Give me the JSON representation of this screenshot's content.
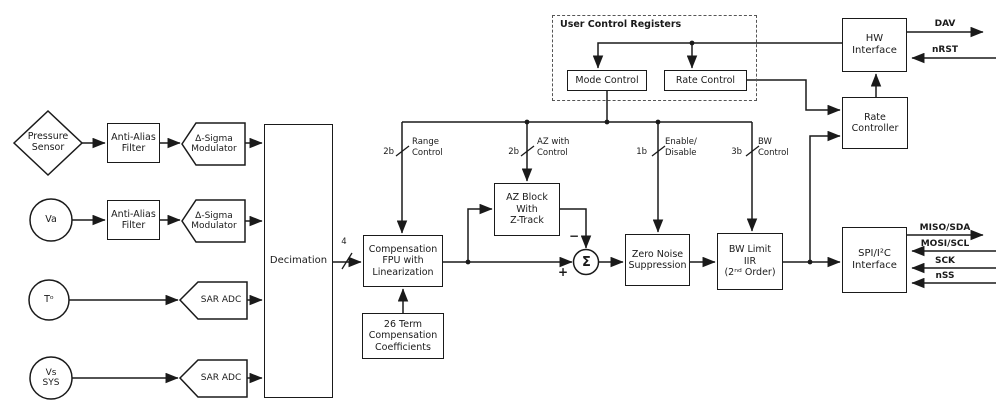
{
  "colors": {
    "line": "#1a1a1a",
    "background": "#ffffff"
  },
  "inputs": {
    "pressure": {
      "label": "Pressure\nSensor"
    },
    "va": {
      "label": "Va"
    },
    "temp": {
      "label": "Tᵒ"
    },
    "vs": {
      "label": "Vs\nSYS"
    }
  },
  "blocks": {
    "antialias1": {
      "label": "Anti-Alias\nFilter"
    },
    "antialias2": {
      "label": "Anti-Alias\nFilter"
    },
    "dsmod1": {
      "label": "Δ-Sigma\nModulator"
    },
    "dsmod2": {
      "label": "Δ-Sigma\nModulator"
    },
    "saradc1": {
      "label": "SAR ADC"
    },
    "saradc2": {
      "label": "SAR ADC"
    },
    "decimation": {
      "label": "Decimation"
    },
    "fpu": {
      "label": "Compensation\nFPU with\nLinearization"
    },
    "coeffs": {
      "label": "26 Term\nCompensation\nCoefficients"
    },
    "azblock": {
      "label": "AZ Block\nWith\nZ-Track"
    },
    "zns": {
      "label": "Zero Noise\nSuppression"
    },
    "bwlimit": {
      "label": "BW Limit\nIIR\n(2ⁿᵈ Order)"
    },
    "spi": {
      "label": "SPI/I²C\nInterface"
    },
    "hw": {
      "label": "HW\nInterface"
    },
    "ratecontroller": {
      "label": "Rate\nController"
    },
    "modecontrol": {
      "label": "Mode Control"
    },
    "ratecontrol": {
      "label": "Rate Control"
    },
    "ucr": {
      "label": "User Control Registers"
    }
  },
  "sum": {
    "symbol": "Σ",
    "plus": "+",
    "minus": "−"
  },
  "bus": {
    "width4": "4",
    "range": {
      "bits": "2b",
      "name": "Range\nControl"
    },
    "az": {
      "bits": "2b",
      "name": "AZ with\nControl"
    },
    "enable": {
      "bits": "1b",
      "name": "Enable/\nDisable"
    },
    "bw": {
      "bits": "3b",
      "name": "BW\nControl"
    }
  },
  "pins": {
    "dav": "DAV",
    "nrst": "nRST",
    "miso": "MISO/SDA",
    "mosi": "MOSI/SCL",
    "sck": "SCK",
    "nss": "nSS"
  }
}
